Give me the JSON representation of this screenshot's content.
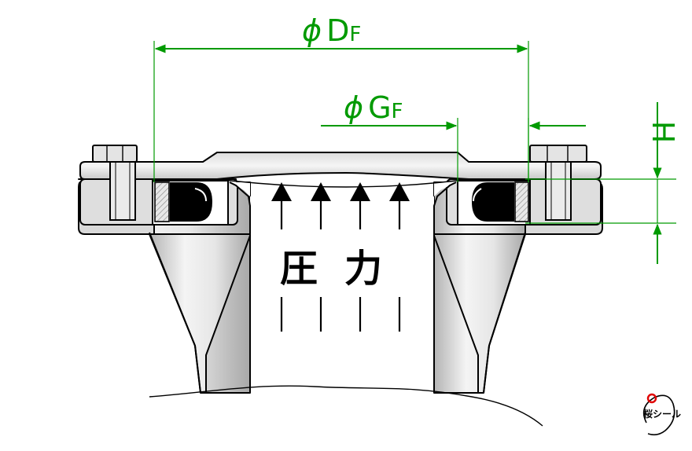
{
  "diagram": {
    "dim_df": {
      "symbol": "ϕ",
      "letter": "D",
      "subscript": "F"
    },
    "dim_gf": {
      "symbol": "ϕ",
      "letter": "G",
      "subscript": "F"
    },
    "dim_h": {
      "letter": "H"
    },
    "pressure": {
      "char1": "圧",
      "char2": "力"
    },
    "logo": {
      "text": "桜シール"
    },
    "colors": {
      "dimension": "#009a00",
      "outline": "#000000",
      "metal": "#d6d6d6",
      "metal_light": "#f2f2f2",
      "oring": "#000000",
      "gasket_hatch": "#b8b8b8",
      "pressure_arrow": "#000000",
      "logo_red": "#e00000"
    }
  }
}
